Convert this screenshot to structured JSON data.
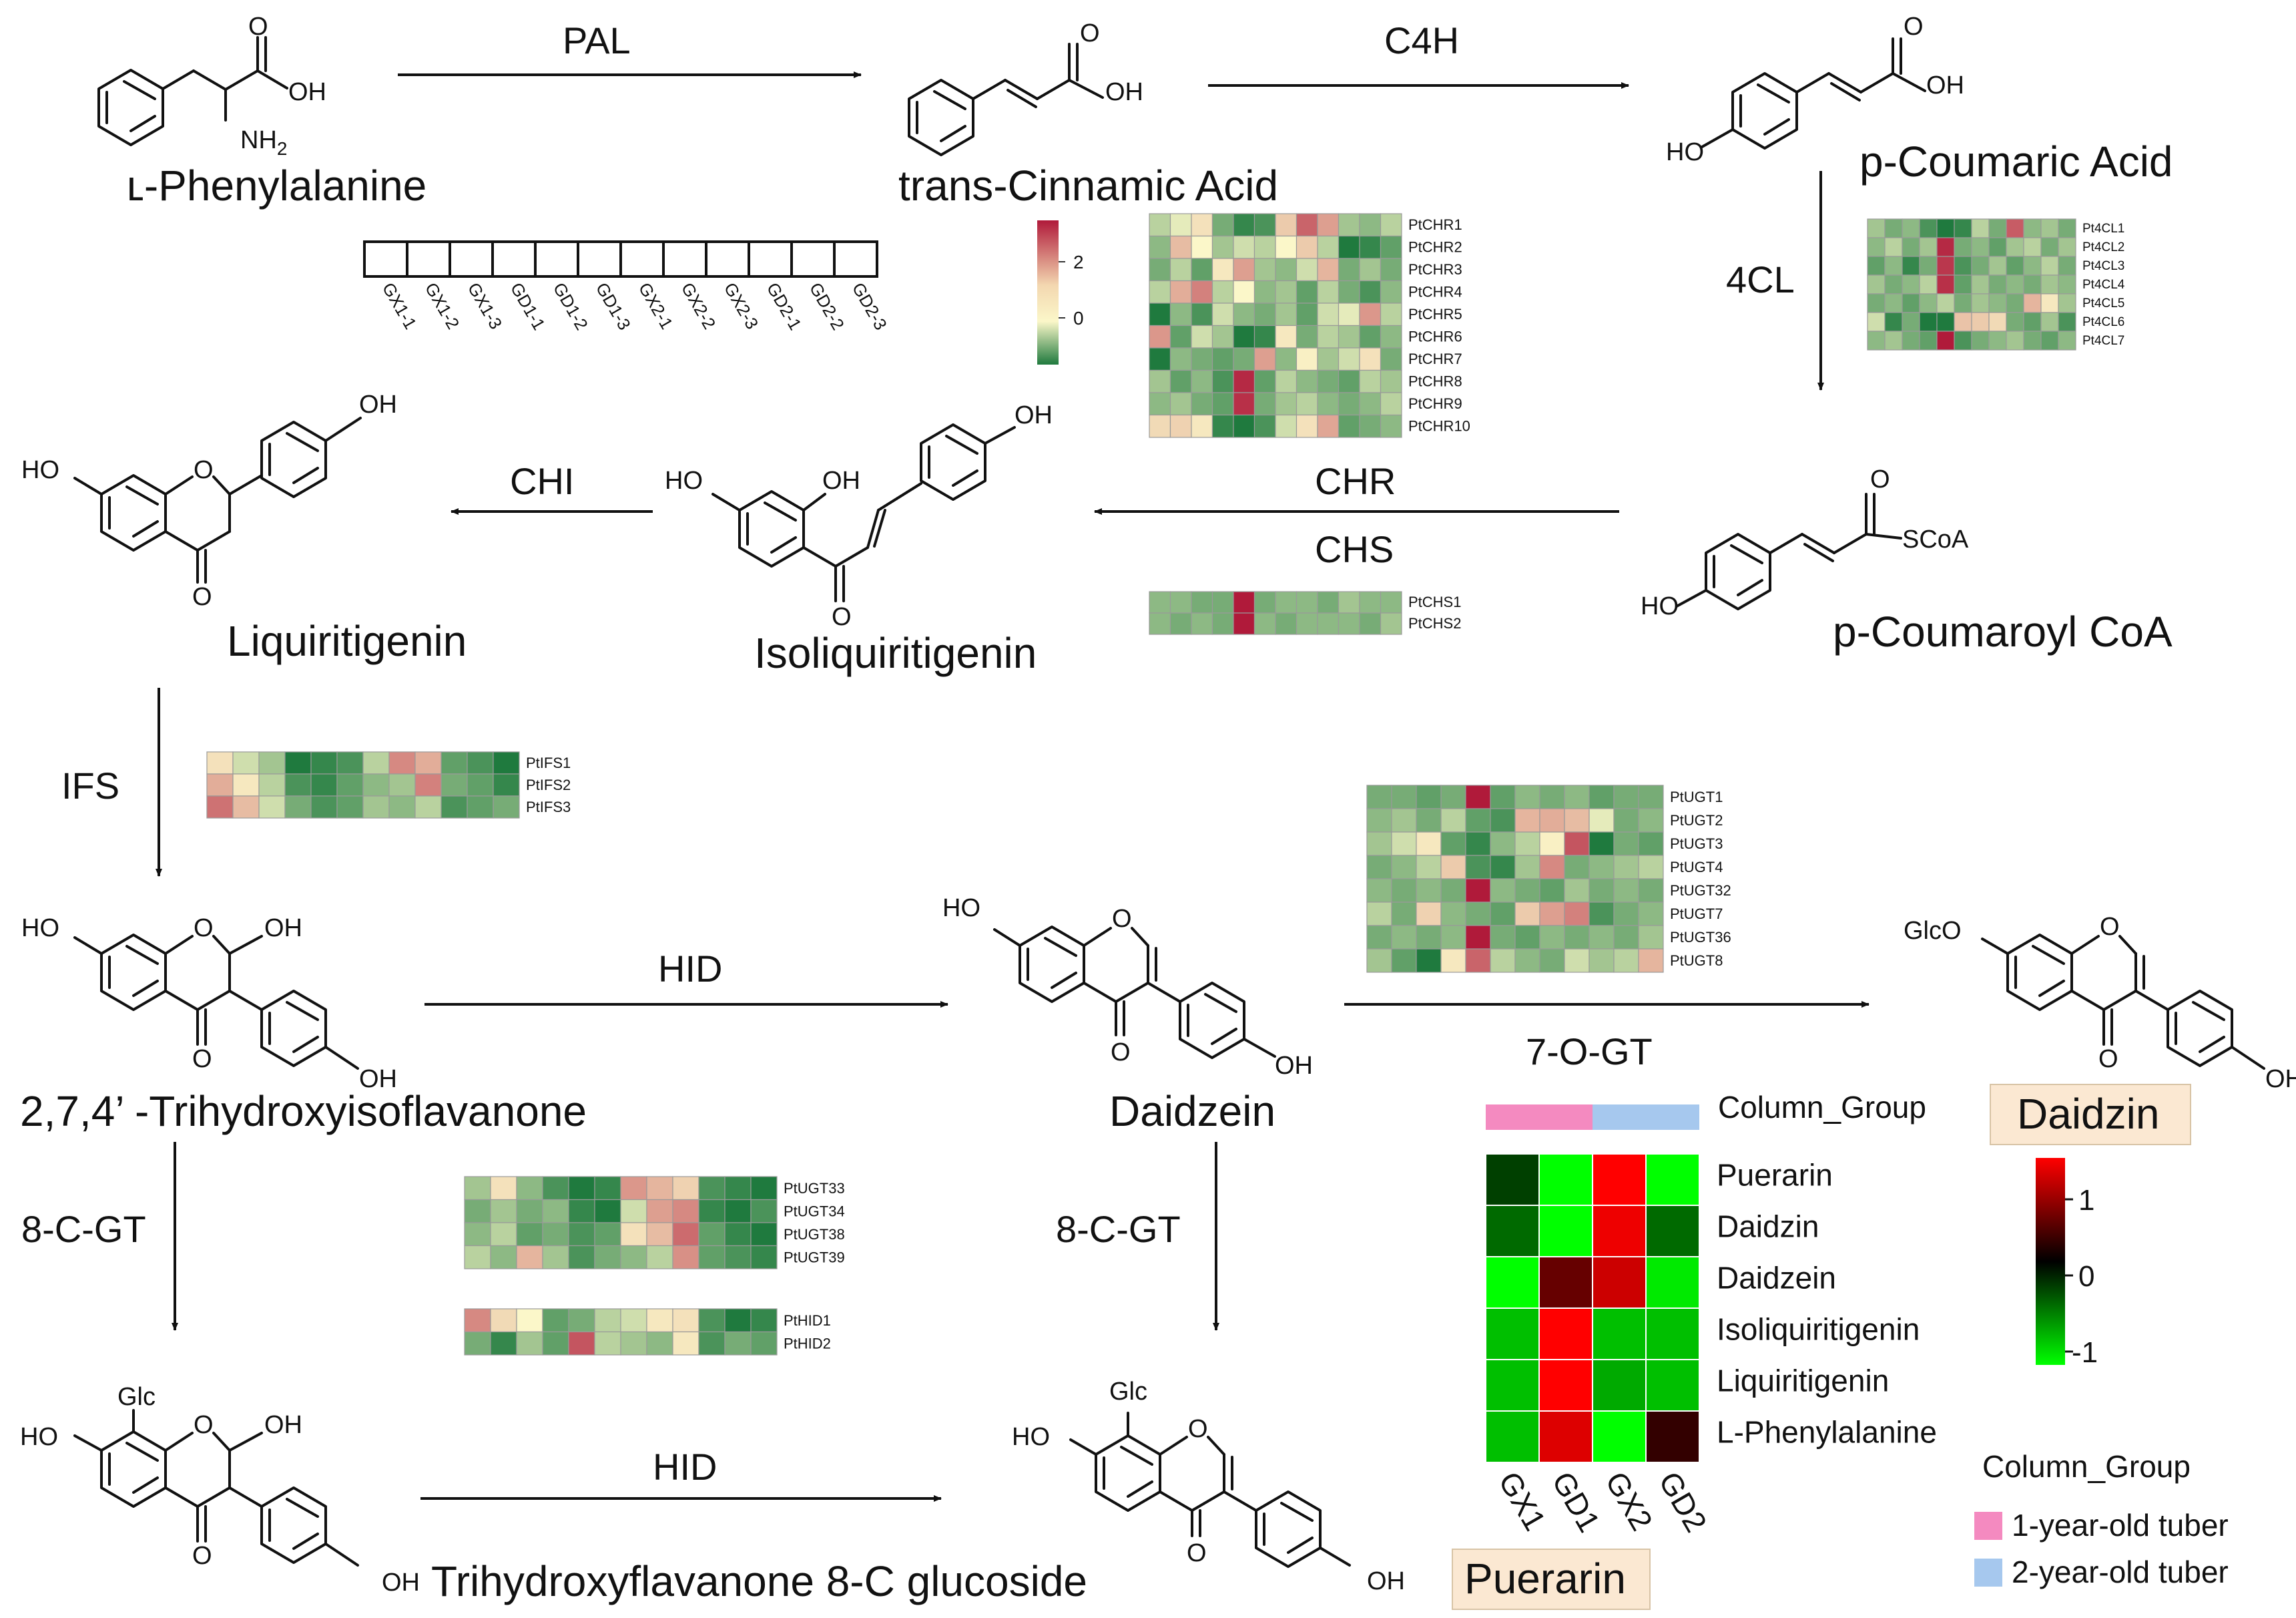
{
  "compounds": {
    "phe": "ʟ-Phenylalanine",
    "cinn": "trans-Cinnamic Acid",
    "coum": "p-Coumaric Acid",
    "coumcoa": "p-Coumaroyl CoA",
    "isoliq": "Isoliquiritigenin",
    "liq": "Liquiritigenin",
    "trihyd": "2,7,4’ -Trihydroxyisoflavanone",
    "daidzein": "Daidzein",
    "daidzin": "Daidzin",
    "glucoside": "Trihydroxyflavanone 8-C glucoside",
    "puerarin": "Puerarin"
  },
  "enzymes": {
    "pal": "PAL",
    "c4h": "C4H",
    "cl4": "4CL",
    "chr": "CHR",
    "chs": "CHS",
    "chi": "CHI",
    "ifs": "IFS",
    "hid1": "HID",
    "hid2": "HID",
    "ogt7": "7-O-GT",
    "cgt_left": "8-C-GT",
    "cgt_mid": "8-C-GT"
  },
  "atoms": {
    "oh": "OH",
    "nh2": "NH",
    "nh2_sub": "2",
    "ho": "HO",
    "o": "O",
    "scoa": "SCoA",
    "glc": "Glc",
    "glco": "GlcO"
  },
  "samples": [
    "GX1-1",
    "GX1-2",
    "GX1-3",
    "GD1-1",
    "GD1-2",
    "GD1-3",
    "GX2-1",
    "GX2-2",
    "GX2-3",
    "GD2-1",
    "GD2-2",
    "GD2-3"
  ],
  "gene_legend": {
    "ticks": [
      "2",
      "0"
    ],
    "max": 3,
    "min": -1
  },
  "gene_colors": {
    "low": "#1f7a3e",
    "mid": "#fbf7c9",
    "high": "#b01a3a"
  },
  "heatmaps": [
    {
      "id": "chr",
      "genes": [
        "PtCHR1",
        "PtCHR2",
        "PtCHR3",
        "PtCHR4",
        "PtCHR5",
        "PtCHR6",
        "PtCHR7",
        "PtCHR8",
        "PtCHR9",
        "PtCHR10"
      ],
      "values": [
        [
          -0.3,
          -0.1,
          0.3,
          -0.6,
          -0.9,
          -0.8,
          0.6,
          2.0,
          1.2,
          -0.4,
          -0.5,
          -0.3
        ],
        [
          -0.5,
          0.8,
          0.0,
          -0.4,
          -0.2,
          -0.3,
          0.0,
          0.6,
          -0.3,
          -1.2,
          -0.9,
          -0.7
        ],
        [
          -0.6,
          -0.3,
          -0.7,
          0.2,
          1.2,
          -0.4,
          -0.5,
          -0.2,
          0.9,
          -0.6,
          -0.4,
          -0.6
        ],
        [
          -0.3,
          1.0,
          1.6,
          -0.3,
          0.0,
          -0.5,
          -0.4,
          -0.7,
          -0.3,
          -0.6,
          -0.8,
          -0.5
        ],
        [
          -1.0,
          -0.5,
          -0.8,
          -0.2,
          -0.5,
          -0.6,
          -0.4,
          -0.7,
          -0.2,
          -0.1,
          1.3,
          -0.3
        ],
        [
          1.3,
          -0.7,
          -0.2,
          -0.4,
          -1.0,
          -0.9,
          0.2,
          -0.6,
          -0.3,
          -0.4,
          -0.7,
          -0.5
        ],
        [
          -1.2,
          -0.5,
          -0.6,
          -0.7,
          -0.6,
          1.2,
          -0.5,
          0.1,
          -0.4,
          -0.2,
          0.3,
          -0.6
        ],
        [
          -0.4,
          -0.7,
          -0.5,
          -0.8,
          2.8,
          -0.7,
          -0.3,
          -0.5,
          -0.6,
          -0.7,
          -0.3,
          -0.4
        ],
        [
          -0.5,
          -0.4,
          -0.6,
          -0.7,
          2.7,
          -0.6,
          -0.4,
          -0.3,
          -0.5,
          -0.6,
          -0.5,
          -0.3
        ],
        [
          0.4,
          0.5,
          0.2,
          -0.9,
          -1.0,
          -0.8,
          -0.2,
          0.3,
          1.1,
          -0.7,
          -0.6,
          -0.5
        ]
      ]
    },
    {
      "id": "cl4",
      "genes": [
        "Pt4CL1",
        "Pt4CL2",
        "Pt4CL3",
        "Pt4CL4",
        "Pt4CL5",
        "Pt4CL6",
        "Pt4CL7"
      ],
      "values": [
        [
          -0.4,
          -0.6,
          -0.5,
          -0.8,
          -1.3,
          -0.9,
          -0.3,
          -0.6,
          2.1,
          -0.5,
          -0.4,
          -0.6
        ],
        [
          -0.5,
          -0.3,
          -0.6,
          -0.4,
          2.8,
          -0.6,
          -0.5,
          -0.7,
          -0.4,
          -0.3,
          -0.6,
          -0.4
        ],
        [
          -0.7,
          -0.5,
          -0.9,
          -0.6,
          2.6,
          -0.8,
          -0.6,
          -0.4,
          -0.7,
          -0.5,
          -0.3,
          -0.6
        ],
        [
          -0.4,
          -0.6,
          -0.5,
          -0.3,
          2.7,
          -0.7,
          -0.4,
          -0.6,
          -0.5,
          -0.6,
          -0.4,
          -0.5
        ],
        [
          -0.6,
          -0.5,
          -0.7,
          -0.5,
          -0.3,
          -0.6,
          -0.4,
          -0.5,
          -0.6,
          0.9,
          0.2,
          -0.4
        ],
        [
          -0.2,
          -0.9,
          -0.6,
          -1.1,
          -1.2,
          0.7,
          0.6,
          0.4,
          -0.6,
          -0.7,
          -0.4,
          -0.8
        ],
        [
          -0.5,
          -0.4,
          -0.6,
          -0.7,
          3.0,
          -0.8,
          -0.6,
          -0.5,
          -0.4,
          -0.6,
          -0.7,
          -0.5
        ]
      ]
    },
    {
      "id": "chs",
      "genes": [
        "PtCHS1",
        "PtCHS2"
      ],
      "values": [
        [
          -0.5,
          -0.5,
          -0.6,
          -0.6,
          3.0,
          -0.6,
          -0.5,
          -0.5,
          -0.6,
          -0.4,
          -0.5,
          -0.5
        ],
        [
          -0.5,
          -0.6,
          -0.5,
          -0.6,
          3.0,
          -0.5,
          -0.6,
          -0.5,
          -0.5,
          -0.5,
          -0.6,
          -0.4
        ]
      ]
    },
    {
      "id": "ifs",
      "genes": [
        "PtIFS1",
        "PtIFS2",
        "PtIFS3"
      ],
      "values": [
        [
          0.3,
          -0.2,
          -0.4,
          -1.0,
          -0.9,
          -0.8,
          -0.3,
          1.5,
          1.0,
          -0.7,
          -0.8,
          -1.1
        ],
        [
          1.0,
          0.2,
          -0.3,
          -0.8,
          -0.9,
          -0.7,
          -0.5,
          -0.4,
          1.6,
          -0.6,
          -0.7,
          -0.9
        ],
        [
          1.8,
          0.8,
          -0.2,
          -0.6,
          -0.8,
          -0.7,
          -0.4,
          -0.5,
          -0.3,
          -0.8,
          -0.7,
          -0.6
        ]
      ]
    },
    {
      "id": "ugt1",
      "genes": [
        "PtUGT1",
        "PtUGT2",
        "PtUGT3",
        "PtUGT4",
        "PtUGT32",
        "PtUGT7",
        "PtUGT36",
        "PtUGT8"
      ],
      "values": [
        [
          -0.6,
          -0.6,
          -0.7,
          -0.6,
          3.0,
          -0.7,
          -0.5,
          -0.6,
          -0.5,
          -0.7,
          -0.6,
          -0.6
        ],
        [
          -0.5,
          -0.4,
          -0.6,
          -0.3,
          -0.7,
          -0.8,
          0.9,
          1.0,
          0.8,
          -0.1,
          -0.6,
          -0.5
        ],
        [
          -0.4,
          -0.2,
          0.2,
          -0.7,
          -0.9,
          -0.5,
          -0.3,
          0.1,
          2.2,
          -1.2,
          -0.6,
          -0.7
        ],
        [
          -0.6,
          -0.5,
          -0.3,
          0.6,
          -0.8,
          -0.9,
          -0.4,
          1.5,
          -0.6,
          -0.5,
          -0.4,
          -0.3
        ],
        [
          -0.5,
          -0.6,
          -0.5,
          -0.6,
          3.0,
          -0.5,
          -0.6,
          -0.7,
          -0.4,
          -0.6,
          -0.5,
          -0.6
        ],
        [
          -0.3,
          -0.6,
          0.5,
          -0.5,
          -0.6,
          -0.7,
          0.6,
          1.2,
          1.6,
          -0.8,
          -0.6,
          -0.5
        ],
        [
          -0.6,
          -0.5,
          -0.6,
          -0.5,
          3.0,
          -0.6,
          -0.7,
          -0.5,
          -0.6,
          -0.5,
          -0.6,
          -0.4
        ],
        [
          -0.4,
          -0.7,
          -1.3,
          0.2,
          2.0,
          -0.3,
          -0.5,
          -0.6,
          -0.2,
          -0.4,
          -0.3,
          0.9
        ]
      ]
    },
    {
      "id": "ugt2",
      "genes": [
        "PtUGT33",
        "PtUGT34",
        "PtUGT38",
        "PtUGT39"
      ],
      "values": [
        [
          -0.4,
          0.3,
          -0.5,
          -0.8,
          -1.0,
          -0.9,
          1.3,
          0.9,
          0.5,
          -0.8,
          -0.9,
          -1.1
        ],
        [
          -0.6,
          -0.4,
          -0.6,
          -0.5,
          -0.9,
          -1.0,
          -0.2,
          1.2,
          1.5,
          -0.9,
          -1.1,
          -0.8
        ],
        [
          -0.5,
          -0.3,
          -0.7,
          -0.6,
          -0.8,
          -0.7,
          0.3,
          0.8,
          1.9,
          -0.7,
          -0.9,
          -1.0
        ],
        [
          -0.3,
          -0.5,
          0.9,
          -0.4,
          -0.8,
          -0.6,
          -0.5,
          -0.3,
          1.4,
          -0.7,
          -0.8,
          -0.9
        ]
      ]
    },
    {
      "id": "hid",
      "genes": [
        "PtHID1",
        "PtHID2"
      ],
      "values": [
        [
          1.5,
          0.4,
          0.0,
          -0.7,
          -0.6,
          -0.3,
          -0.2,
          0.2,
          0.3,
          -0.8,
          -1.1,
          -0.9
        ],
        [
          -0.6,
          -0.9,
          -0.4,
          -0.7,
          2.2,
          -0.3,
          -0.4,
          -0.5,
          0.2,
          -0.8,
          -0.6,
          -0.7
        ]
      ]
    }
  ],
  "metab": {
    "group_label": "Column_Group",
    "columns": [
      "GX1",
      "GD1",
      "GX2",
      "GD2"
    ],
    "rows": [
      "Puerarin",
      "Daidzin",
      "Daidzein",
      "Isoliquiritigenin",
      "Liquiritigenin",
      "L-Phenylalanine"
    ],
    "values": [
      [
        -0.3,
        -1.2,
        1.5,
        -1.2
      ],
      [
        -0.5,
        -1.3,
        1.4,
        -0.5
      ],
      [
        -1.4,
        0.6,
        1.2,
        -1.1
      ],
      [
        -0.9,
        1.5,
        -0.9,
        -0.9
      ],
      [
        -0.9,
        1.5,
        -0.8,
        -0.9
      ],
      [
        -0.9,
        1.3,
        -1.4,
        0.3
      ]
    ],
    "col_groups": [
      "1-year-old tuber",
      "1-year-old tuber",
      "2-year-old tuber",
      "2-year-old tuber"
    ],
    "legend_ticks": [
      "1",
      "0",
      "-1"
    ],
    "legend_range": [
      -1.2,
      1.5
    ],
    "group_legend_title": "Column_Group",
    "groups": [
      {
        "label": "1-year-old tuber",
        "color": "#f48ac0"
      },
      {
        "label": "2-year-old tuber",
        "color": "#a6c8ee"
      }
    ]
  }
}
